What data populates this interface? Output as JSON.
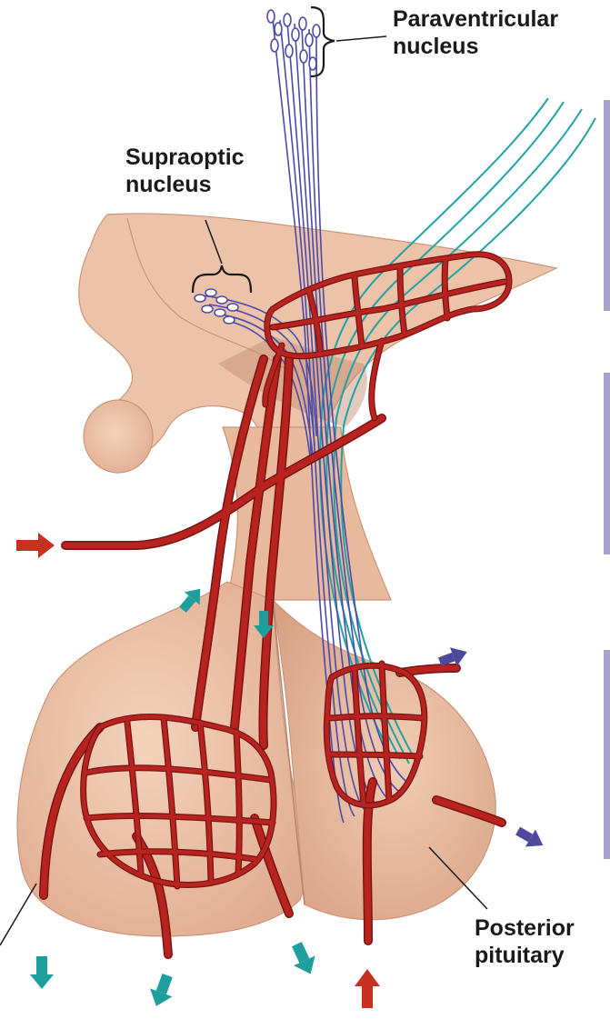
{
  "labels": {
    "paraventricular": [
      "Paraventricular",
      "nucleus"
    ],
    "supraoptic": [
      "Supraoptic",
      "nucleus"
    ],
    "posterior_pituitary": [
      "Posterior",
      "pituitary"
    ]
  },
  "colors": {
    "tissue": "#ecc2a6",
    "tissue_dark": "#d9a283",
    "vessel": "#b8231f",
    "vessel_outline": "#7a1412",
    "neuron_blue": "#4b4aa8",
    "neuron_teal": "#22a3a3",
    "arrow_teal": "#1f9e9e",
    "arrow_red": "#c8301f",
    "arrow_purple": "#4d4a9e",
    "side_bar": "#a8a3c8"
  }
}
